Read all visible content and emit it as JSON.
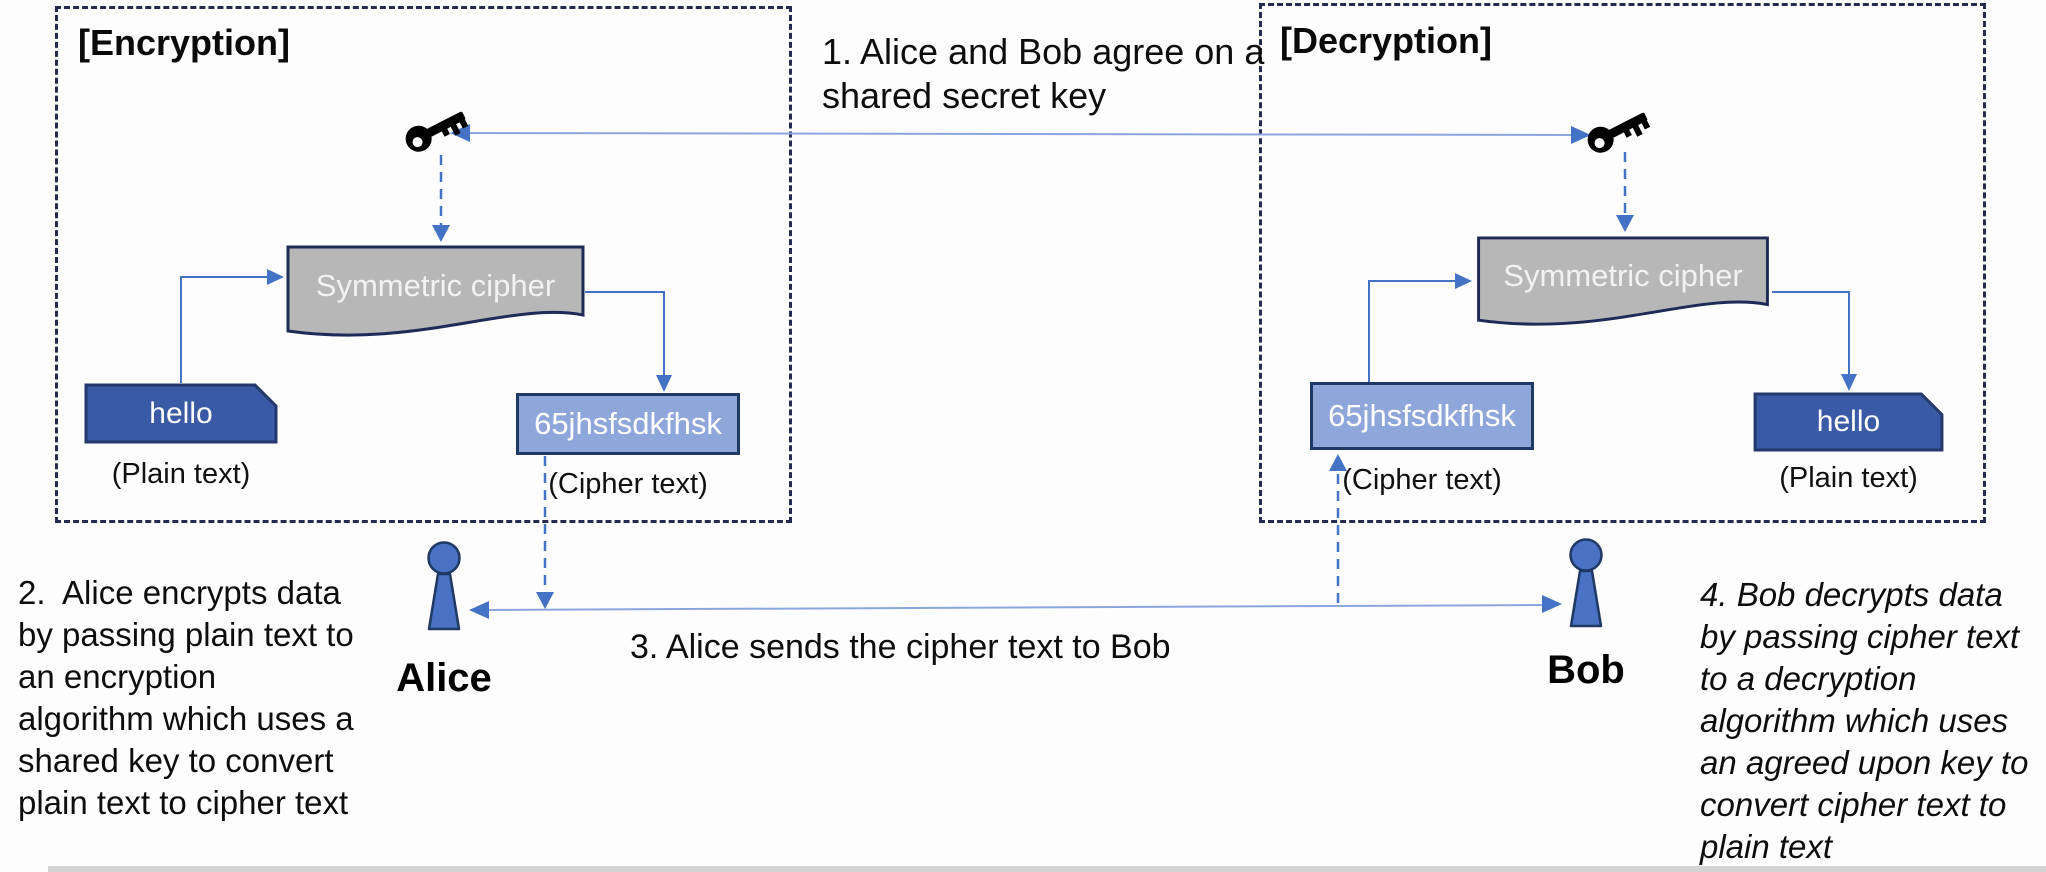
{
  "colors": {
    "accent_blue": "#4472C4",
    "light_connector_blue": "#8BA6DD",
    "dark_blue_box": "#3A5AA5",
    "light_blue_box": "#8FA6DB",
    "gray_document_box": "#B7B7B7",
    "panel_dashed_border": "#252B4E",
    "key_icon_black": "#000000"
  },
  "encryption_panel": {
    "title": "[Encryption]",
    "cipher_box_label": "Symmetric cipher",
    "plain_text_value": "hello",
    "plain_text_caption": "(Plain text)",
    "cipher_text_value": "65jhsfsdkfhsk",
    "cipher_text_caption": "(Cipher text)"
  },
  "decryption_panel": {
    "title": "[Decryption]",
    "cipher_box_label": "Symmetric cipher",
    "cipher_text_value": "65jhsfsdkfhsk",
    "cipher_text_caption": "(Cipher text)",
    "plain_text_value": "hello",
    "plain_text_caption": "(Plain text)"
  },
  "steps": {
    "step1": "1. Alice and Bob agree on a shared secret key",
    "step2": "2.  Alice encrypts data by passing plain text to an encryption algorithm which uses a shared key to convert plain text to cipher text",
    "step3": "3. Alice sends the cipher text to Bob",
    "step4": "4. Bob decrypts data by passing cipher text to a decryption algorithm which uses an agreed upon key to convert cipher text to plain text"
  },
  "actors": {
    "alice": "Alice",
    "bob": "Bob"
  }
}
